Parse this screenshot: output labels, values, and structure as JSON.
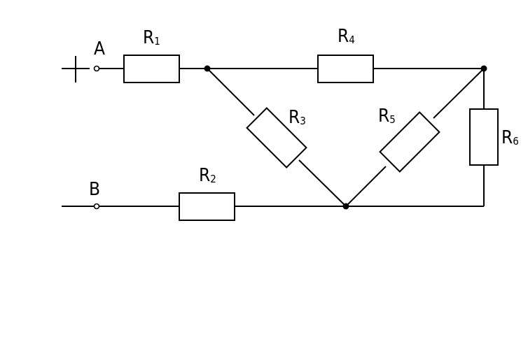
{
  "diagram": {
    "terminals": [
      {
        "id": "A",
        "label": "A",
        "sign": "+"
      },
      {
        "id": "B",
        "label": "B"
      }
    ],
    "resistors": [
      {
        "id": "R1",
        "base": "R",
        "sub": "1"
      },
      {
        "id": "R2",
        "base": "R",
        "sub": "2"
      },
      {
        "id": "R3",
        "base": "R",
        "sub": "3"
      },
      {
        "id": "R4",
        "base": "R",
        "sub": "4"
      },
      {
        "id": "R5",
        "base": "R",
        "sub": "5"
      },
      {
        "id": "R6",
        "base": "R",
        "sub": "6"
      }
    ],
    "connections": [
      {
        "element": "R1",
        "from": "A",
        "to": "node-top-left"
      },
      {
        "element": "R4",
        "from": "node-top-left",
        "to": "node-top-right"
      },
      {
        "element": "R3",
        "from": "node-top-left",
        "to": "node-bottom"
      },
      {
        "element": "R5",
        "from": "node-top-right",
        "to": "node-bottom"
      },
      {
        "element": "R6",
        "from": "node-top-right",
        "to": "node-bottom"
      },
      {
        "element": "R2",
        "from": "B",
        "to": "node-bottom"
      }
    ]
  }
}
